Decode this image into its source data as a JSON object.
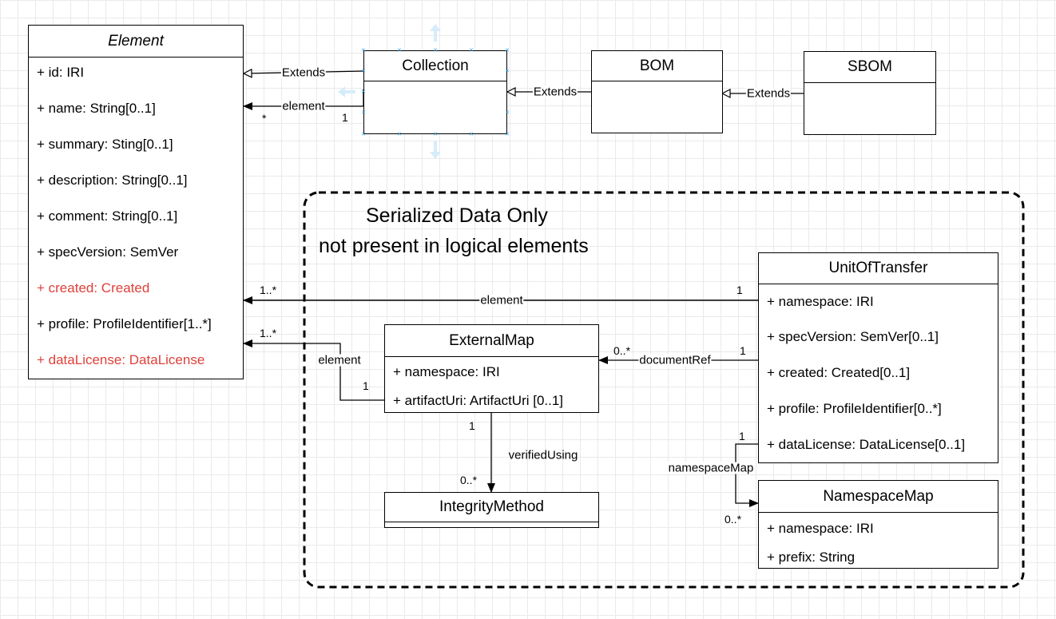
{
  "element_class": {
    "title": "Element",
    "attributes": [
      {
        "text": "+ id: IRI",
        "highlight": false
      },
      {
        "text": "+ name: String[0..1]",
        "highlight": false
      },
      {
        "text": "+ summary: Sting[0..1]",
        "highlight": false
      },
      {
        "text": "+ description: String[0..1]",
        "highlight": false
      },
      {
        "text": "+ comment: String[0..1]",
        "highlight": false
      },
      {
        "text": "+ specVersion: SemVer",
        "highlight": false
      },
      {
        "text": "+ created: Created",
        "highlight": true
      },
      {
        "text": "+ profile: ProfileIdentifier[1..*]",
        "highlight": false
      },
      {
        "text": "+ dataLicense: DataLicense",
        "highlight": true
      }
    ]
  },
  "collection_class": {
    "title": "Collection"
  },
  "bom_class": {
    "title": "BOM"
  },
  "sbom_class": {
    "title": "SBOM"
  },
  "serialized_region": {
    "line1": "Serialized Data Only",
    "line2": "not present in logical elements"
  },
  "unit_of_transfer_class": {
    "title": "UnitOfTransfer",
    "attributes": [
      "+ namespace: IRI",
      "+ specVersion: SemVer[0..1]",
      "+ created: Created[0..1]",
      "+ profile: ProfileIdentifier[0..*]",
      "+ dataLicense: DataLicense[0..1]"
    ]
  },
  "external_map_class": {
    "title": "ExternalMap",
    "attributes": [
      "+ namespace: IRI",
      "+ artifactUri: ArtifactUri [0..1]"
    ]
  },
  "integrity_method_class": {
    "title": "IntegrityMethod"
  },
  "namespace_map_class": {
    "title": "NamespaceMap",
    "attributes": [
      "+ namespace: IRI",
      "+ prefix: String"
    ]
  },
  "relations": {
    "collection_extends": "Extends",
    "collection_element": "element",
    "collection_element_mult_source": "1",
    "collection_element_mult_target": "*",
    "bom_extends": "Extends",
    "sbom_extends": "Extends",
    "uot_element": "element",
    "uot_element_mult_source": "1",
    "uot_element_mult_target": "1..*",
    "extmap_element": "element",
    "extmap_element_mult_source": "1",
    "extmap_element_mult_target": "1..*",
    "document_ref": "documentRef",
    "document_ref_mult_source": "1",
    "document_ref_mult_target": "0..*",
    "verified_using": "verifiedUsing",
    "verified_using_mult_source": "1",
    "verified_using_mult_target": "0..*",
    "namespace_map": "namespaceMap",
    "namespace_map_mult_source": "1",
    "namespace_map_mult_target": "0..*"
  },
  "colors": {
    "highlight_text": "#e0403a",
    "selection": "#2a9fe0",
    "grid": "#eaeaea"
  }
}
